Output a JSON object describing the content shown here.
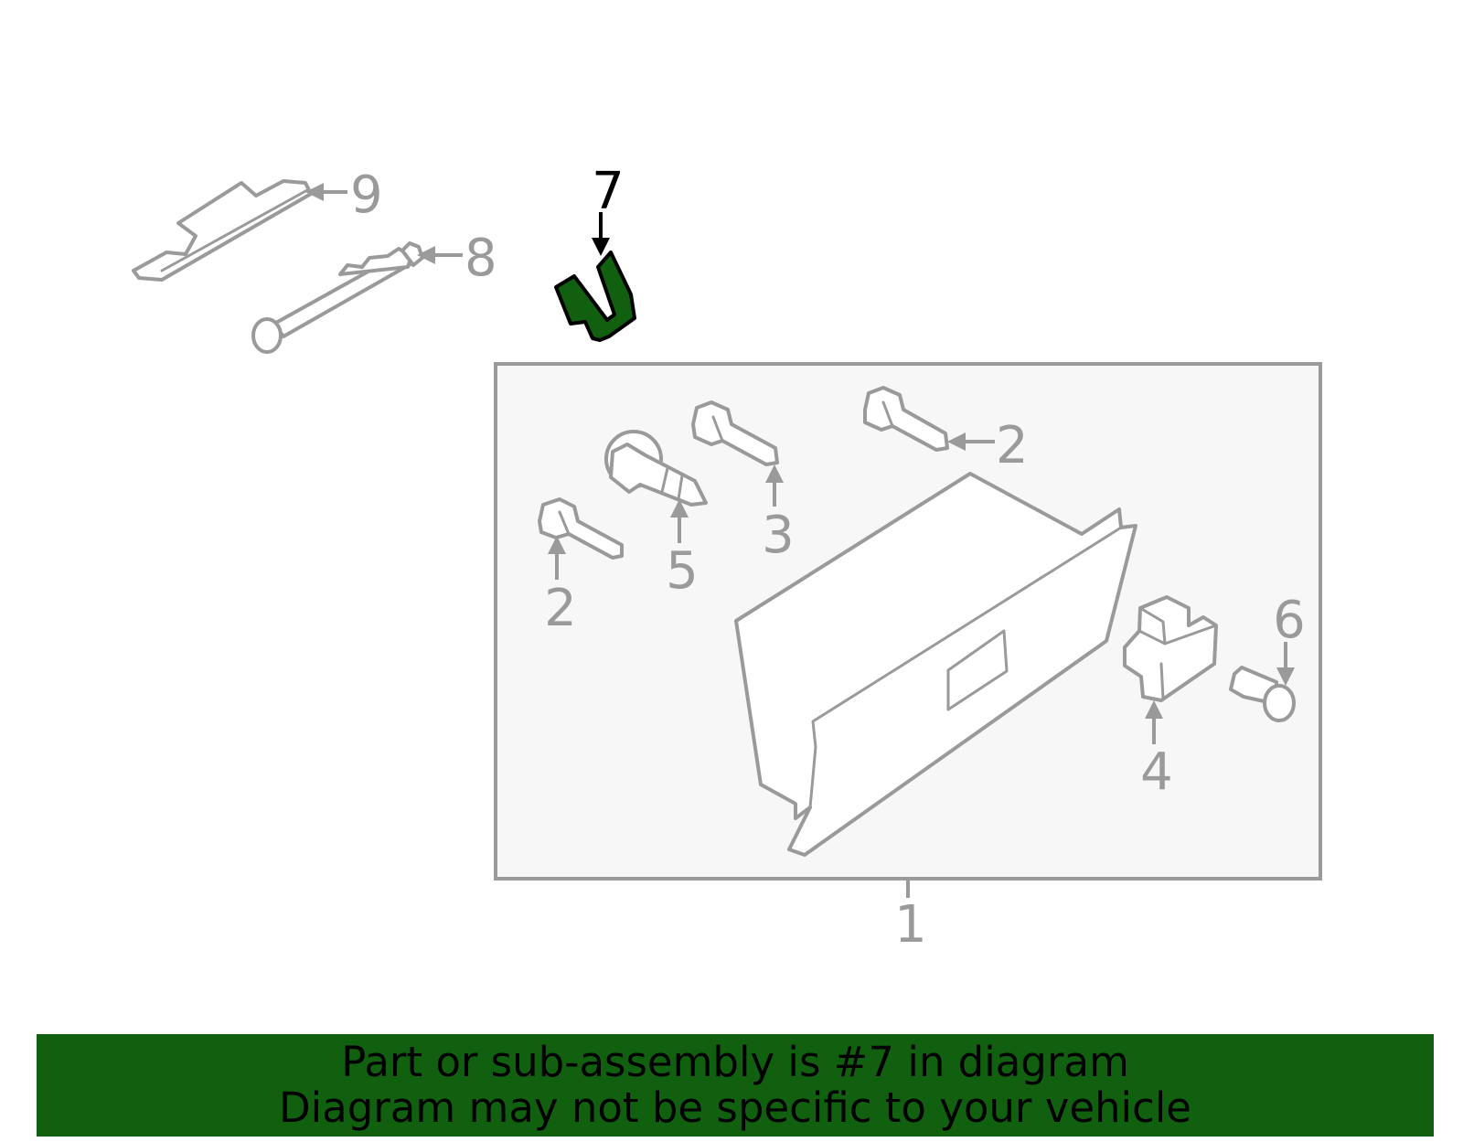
{
  "diagram": {
    "highlight_color": "#106010",
    "line_color": "#9a9a9a",
    "callouts": {
      "c1": "1",
      "c2a": "2",
      "c2b": "2",
      "c3": "3",
      "c4": "4",
      "c5": "5",
      "c6": "6",
      "c7": "7",
      "c8": "8",
      "c9": "9"
    },
    "highlighted_part": "7"
  },
  "banner": {
    "line1": "Part or sub-assembly is #7 in diagram",
    "line2": "Diagram may not be specific to your vehicle",
    "background": "#106010"
  }
}
